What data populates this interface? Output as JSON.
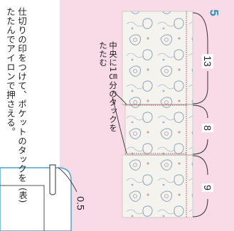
{
  "step": {
    "number": "5"
  },
  "instruction": {
    "text": "仕切りの印をつけて、ポケットのタックをたたんでアイロンで押さえる。"
  },
  "callout": {
    "text": "中央に1㎝分のタックをたたむ"
  },
  "dimensions": {
    "d1": "13",
    "d2": "8",
    "d3": "9"
  },
  "inset": {
    "measure": "0.5",
    "side_label": "(表)"
  },
  "colors": {
    "background_panel": "#f8dbe6",
    "step_number": "#2b93b8",
    "stitch_line": "#d6455a",
    "fabric_pattern": "#8aa6bf",
    "inset_frame": "#4aa0c6"
  }
}
